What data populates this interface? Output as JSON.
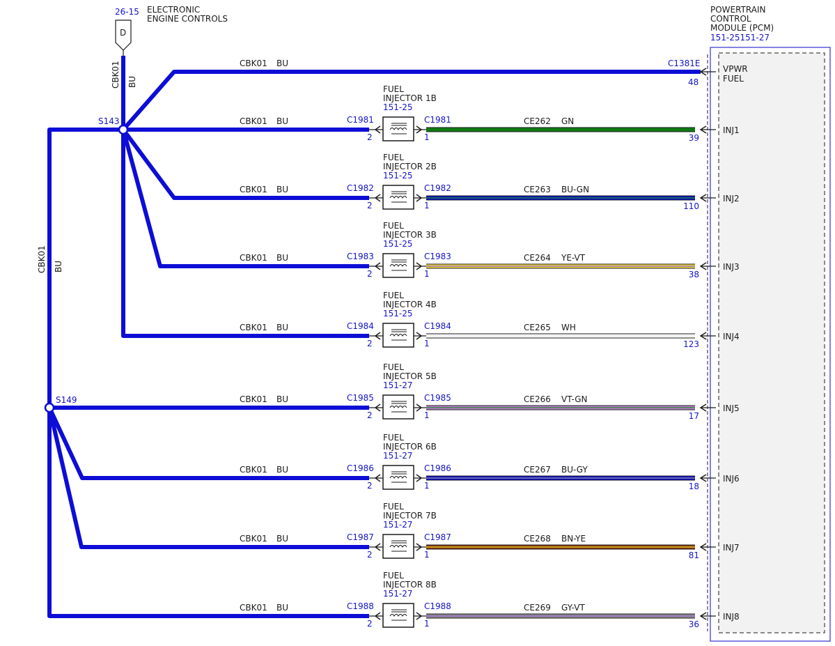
{
  "source": {
    "ref": "26-15",
    "title_line1": "ELECTRONIC",
    "title_line2": "ENGINE CONTROLS",
    "connector_letter": "D"
  },
  "trunk": {
    "circuit": "CBK01",
    "color": "BU"
  },
  "splices": {
    "top": "S143",
    "bottom": "S149"
  },
  "pcm": {
    "title_lines": [
      "POWERTRAIN",
      "CONTROL",
      "MODULE (PCM)"
    ],
    "ref": "151-25151-27",
    "vpwr_connector": "C1381E",
    "vpwr_pin": "48",
    "vpwr_label_lines": [
      "VPWR",
      "FUEL"
    ]
  },
  "feed_wire": {
    "circuit": "CBK01",
    "color": "BU"
  },
  "injectors": [
    {
      "name_lines": [
        "FUEL",
        "INJECTOR 1B"
      ],
      "ref": "151-25",
      "connector": "C1981",
      "pin_in": "2",
      "pin_out": "1",
      "circuit": "CE262",
      "color": "GN",
      "pcm_pin": "39",
      "pcm_label": "INJ1",
      "feed_circuit": "CBK01",
      "feed_color": "BU"
    },
    {
      "name_lines": [
        "FUEL",
        "INJECTOR 2B"
      ],
      "ref": "151-25",
      "connector": "C1982",
      "pin_in": "2",
      "pin_out": "1",
      "circuit": "CE263",
      "color": "BU-GN",
      "pcm_pin": "110",
      "pcm_label": "INJ2",
      "feed_circuit": "CBK01",
      "feed_color": "BU"
    },
    {
      "name_lines": [
        "FUEL",
        "INJECTOR 3B"
      ],
      "ref": "151-25",
      "connector": "C1983",
      "pin_in": "2",
      "pin_out": "1",
      "circuit": "CE264",
      "color": "YE-VT",
      "pcm_pin": "38",
      "pcm_label": "INJ3",
      "feed_circuit": "CBK01",
      "feed_color": "BU"
    },
    {
      "name_lines": [
        "FUEL",
        "INJECTOR 4B"
      ],
      "ref": "151-25",
      "connector": "C1984",
      "pin_in": "2",
      "pin_out": "1",
      "circuit": "CE265",
      "color": "WH",
      "pcm_pin": "123",
      "pcm_label": "INJ4",
      "feed_circuit": "CBK01",
      "feed_color": "BU"
    },
    {
      "name_lines": [
        "FUEL",
        "INJECTOR 5B"
      ],
      "ref": "151-27",
      "connector": "C1985",
      "pin_in": "2",
      "pin_out": "1",
      "circuit": "CE266",
      "color": "VT-GN",
      "pcm_pin": "17",
      "pcm_label": "INJ5",
      "feed_circuit": "CBK01",
      "feed_color": "BU"
    },
    {
      "name_lines": [
        "FUEL",
        "INJECTOR 6B"
      ],
      "ref": "151-27",
      "connector": "C1986",
      "pin_in": "2",
      "pin_out": "1",
      "circuit": "CE267",
      "color": "BU-GY",
      "pcm_pin": "18",
      "pcm_label": "INJ6",
      "feed_circuit": "CBK01",
      "feed_color": "BU"
    },
    {
      "name_lines": [
        "FUEL",
        "INJECTOR 7B"
      ],
      "ref": "151-27",
      "connector": "C1987",
      "pin_in": "2",
      "pin_out": "1",
      "circuit": "CE268",
      "color": "BN-YE",
      "pcm_pin": "81",
      "pcm_label": "INJ7",
      "feed_circuit": "CBK01",
      "feed_color": "BU"
    },
    {
      "name_lines": [
        "FUEL",
        "INJECTOR 8B"
      ],
      "ref": "151-27",
      "connector": "C1988",
      "pin_in": "2",
      "pin_out": "1",
      "circuit": "CE269",
      "color": "GY-VT",
      "pcm_pin": "36",
      "pcm_label": "INJ8",
      "feed_circuit": "CBK01",
      "feed_color": "BU"
    }
  ],
  "wire_colors": {
    "BU": {
      "main": "#0d0dd6"
    },
    "GN": {
      "main": "#0f7a12",
      "stripe": "#0f7a12"
    },
    "BU-GN": {
      "main": "#0d0dd6",
      "stripe": "#1a8a2a"
    },
    "YE-VT": {
      "main": "#f2de3a",
      "stripe": "#9a6ac9"
    },
    "WH": {
      "main": "#ffffff",
      "stripe": "#ffffff"
    },
    "VT-GN": {
      "main": "#c77ed8",
      "stripe": "#2e8a3a"
    },
    "BU-GY": {
      "main": "#0d0dd6",
      "stripe": "#8a8a8a"
    },
    "BN-YE": {
      "main": "#8a3a12",
      "stripe": "#e0c020"
    },
    "GY-VT": {
      "main": "#8f8f8f",
      "stripe": "#9a6ac9"
    }
  },
  "theme": {
    "text": "#1a1a1a",
    "ref_text": "#1414c8",
    "pcm_border": "#3030d0",
    "pcm_fill": "#f2f2f2"
  }
}
